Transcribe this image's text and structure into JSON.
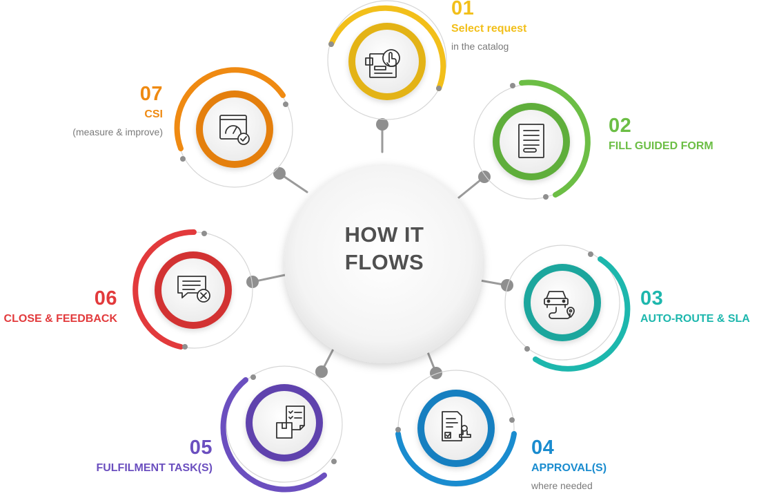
{
  "center": {
    "line1": "HOW IT",
    "line2": "FLOWS"
  },
  "steps": [
    {
      "number": "01",
      "title": "Select request",
      "subtitle": "in the catalog",
      "color": "#f2bf1a",
      "icon": "catalog-click-icon"
    },
    {
      "number": "02",
      "title": "FILL GUIDED FORM",
      "subtitle": "",
      "color": "#6cbe45",
      "icon": "form-icon"
    },
    {
      "number": "03",
      "title": "AUTO-ROUTE & SLA",
      "subtitle": "",
      "color": "#1db7ad",
      "icon": "car-route-icon"
    },
    {
      "number": "04",
      "title": "APPROVAL(S)",
      "subtitle": "where needed",
      "color": "#1a8ccf",
      "icon": "approval-stamp-icon"
    },
    {
      "number": "05",
      "title": "FULFILMENT TASK(S)",
      "subtitle": "",
      "color": "#6b4fbf",
      "icon": "task-box-icon"
    },
    {
      "number": "06",
      "title": "CLOSE & FEEDBACK",
      "subtitle": "",
      "color": "#e23a3c",
      "icon": "feedback-close-icon"
    },
    {
      "number": "07",
      "title": "CSI",
      "subtitle": "(measure & improve)",
      "color": "#ef8a12",
      "icon": "dashboard-check-icon"
    }
  ]
}
